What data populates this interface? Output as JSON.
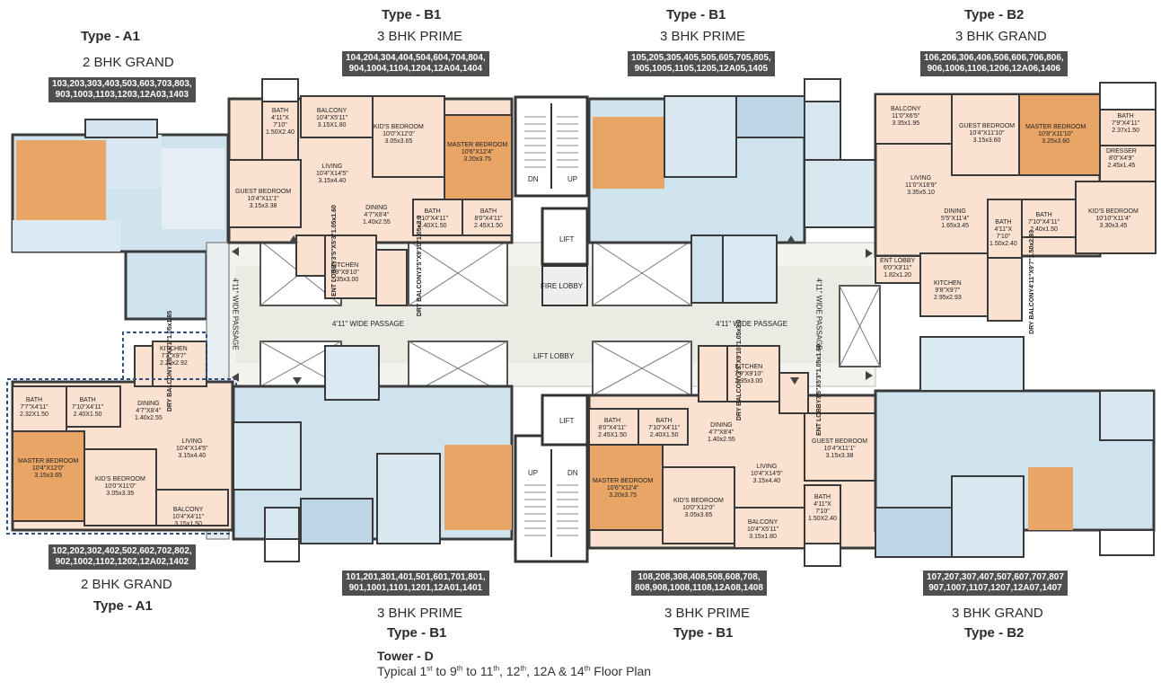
{
  "units": {
    "a1_top": {
      "type": "Type - A1",
      "name": "2 BHK GRAND",
      "flats": [
        "103,203,303,403,503,603,703,803,",
        "903,1003,1103,1203,12A03,1403"
      ]
    },
    "b1_top_left": {
      "type": "Type - B1",
      "name": "3 BHK PRIME",
      "flats": [
        "104,204,304,404,504,604,704,804,",
        "904,1004,1104,1204,12A04,1404"
      ]
    },
    "b1_top_right": {
      "type": "Type - B1",
      "name": "3 BHK PRIME",
      "flats": [
        "105,205,305,405,505,605,705,805,",
        "905,1005,1105,1205,12A05,1405"
      ]
    },
    "b2_top": {
      "type": "Type - B2",
      "name": "3 BHK GRAND",
      "flats": [
        "106,206,306,406,506,606,706,806,",
        "906,1006,1106,1206,12A06,1406"
      ]
    },
    "a1_bottom": {
      "type": "Type - A1",
      "name": "2 BHK GRAND",
      "flats": [
        "102,202,302,402,502,602,702,802,",
        "902,1002,1102,1202,12A02,1402"
      ]
    },
    "b1_bottom_left": {
      "type": "Type - B1",
      "name": "3 BHK PRIME",
      "flats": [
        "101,201,301,401,501,601,701,801,",
        "901,1001,1101,1201,12A01,1401"
      ]
    },
    "b1_bottom_right": {
      "type": "Type - B1",
      "name": "3 BHK PRIME",
      "flats": [
        "108,208,308,408,508,608,708,",
        "808,908,1008,1108,12A08,1408"
      ]
    },
    "b2_bottom": {
      "type": "Type - B2",
      "name": "3 BHK GRAND",
      "flats": [
        "107,207,307,407,507,607,707,807",
        "907,1007,1107,1207,12A07,1407"
      ]
    }
  },
  "rooms": {
    "b1tl_bath": [
      "BATH",
      "4'11\"X",
      "7'10\"",
      "1.50X2.40"
    ],
    "b1tl_balcony": [
      "BALCONY",
      "10'4\"X5'11\"",
      "3.15X1.80"
    ],
    "b1tl_kids": [
      "KID'S BEDROOM",
      "10'0\"X12'0\"",
      "3.05x3.65"
    ],
    "b1tl_master": [
      "MASTER BEDROOM",
      "10'6\"X12'4\"",
      "3.20x3.75"
    ],
    "b1tl_guest": [
      "GUEST BEDROOM",
      "10'4\"X11'1\"",
      "3.15x3.38"
    ],
    "b1tl_living": [
      "LIVING",
      "10'4\"X14'5\"",
      "3.15x4.40"
    ],
    "b1tl_dining": [
      "DINING",
      "4'7\"X8'4\"",
      "1.40x2.55"
    ],
    "b1tl_bath2": [
      "BATH",
      "7'10\"X4'11\"",
      "2.40X1.50"
    ],
    "b1tl_bath3": [
      "BATH",
      "8'0\"X4'11\"",
      "2.45X1.50"
    ],
    "b1tl_kitchen": [
      "KITCHEN",
      "7'9\"X9'10\"",
      "2.35x3.00"
    ],
    "b1tl_entlobby": [
      "ENT LOBBY",
      "3'5\"X5'3\"",
      "1.05x1.60"
    ],
    "b1tl_drybalcony": [
      "DRY BALCONY",
      "3'5\"X9'10\"",
      "1.05x3.0"
    ],
    "b2t_balcony": [
      "BALCONY",
      "11'0\"X6'5\"",
      "3.35x1.95"
    ],
    "b2t_guest": [
      "GUEST BEDROOM",
      "10'4\"X11'10\"",
      "3.15x3.60"
    ],
    "b2t_master": [
      "MASTER BEDROOM",
      "10'8\"X11'10\"",
      "3.25x3.60"
    ],
    "b2t_bath": [
      "BATH",
      "7'9\"X4'11\"",
      "2.37x1.50"
    ],
    "b2t_dresser": [
      "DRESSER",
      "8'0\"X4'9\"",
      "2.45x1.45"
    ],
    "b2t_living": [
      "LIVING",
      "11'0\"X16'9\"",
      "3.35x5.10"
    ],
    "b2t_dining": [
      "DINING",
      "5'5\"X11'4\"",
      "1.65x3.45"
    ],
    "b2t_bath2": [
      "BATH",
      "4'11\"X",
      "7'10\"",
      "1.50x2.40"
    ],
    "b2t_bath3": [
      "BATH",
      "7'10\"X4'11\"",
      "2.40x1.50"
    ],
    "b2t_kids": [
      "KID'S BEDROOM",
      "10'10\"X11'4\"",
      "3.30x3.45"
    ],
    "b2t_entlobby": [
      "ENT LOBBY",
      "6'0\"X3'11\"",
      "1.82x1.20"
    ],
    "b2t_kitchen": [
      "KITCHEN",
      "9'8\"X9'7\"",
      "2.95x2.93"
    ],
    "b2t_drybalcony": [
      "DRY BALCONY",
      "4'11\"X9'7\"",
      "1.50x2.93"
    ],
    "a1b_kitchen": [
      "KITCHEN",
      "7'3\"X9'7\"",
      "2.20x2.92"
    ],
    "a1b_drybalcony": [
      "DRY BALCONY",
      "3'5\"X6'1\"",
      "1.05x1.85"
    ],
    "a1b_bath": [
      "BATH",
      "7'7\"X4'11\"",
      "2.32X1.50"
    ],
    "a1b_bath2": [
      "BATH",
      "7'10\"X4'11\"",
      "2.40X1.50"
    ],
    "a1b_dining": [
      "DINING",
      "4'7\"X8'4\"",
      "1.40x2.55"
    ],
    "a1b_living": [
      "LIVING",
      "10'4\"X14'5\"",
      "3.15x4.40"
    ],
    "a1b_master": [
      "MASTER BEDROOM",
      "10'4\"X12'0\"",
      "3.15x3.65"
    ],
    "a1b_kids": [
      "KID'S BEDROOM",
      "10'0\"X11'0\"",
      "3.05x3.35"
    ],
    "a1b_balcony": [
      "BALCONY",
      "10'4\"X4'11\"",
      "3.15x1.50"
    ],
    "b1br_drybalcony": [
      "DRY BALCONY",
      "3'5\"X9'10\"",
      "1.05x3.0"
    ],
    "b1br_kitchen": [
      "KITCHEN",
      "7'9\"X9'10\"",
      "2.35x3.00"
    ],
    "b1br_entlobby": [
      "ENT LOBBY",
      "3'5\"X5'3\"",
      "1.05x1.60"
    ],
    "b1br_bath": [
      "BATH",
      "8'0\"X4'11\"",
      "2.45X1.50"
    ],
    "b1br_bath2": [
      "BATH",
      "7'10\"X4'11\"",
      "2.40X1.50"
    ],
    "b1br_dining": [
      "DINING",
      "4'7\"X8'4\"",
      "1.40x2.55"
    ],
    "b1br_guest": [
      "GUEST BEDROOM",
      "10'4\"X11'1\"",
      "3.15x3.38"
    ],
    "b1br_master": [
      "MASTER BEDROOM",
      "10'6\"X12'4\"",
      "3.20x3.75"
    ],
    "b1br_living": [
      "LIVING",
      "10'4\"X14'5\"",
      "3.15x4.40"
    ],
    "b1br_kids": [
      "KID'S BEDROOM",
      "10'0\"X12'0\"",
      "3.05x3.65"
    ],
    "b1br_balcony": [
      "BALCONY",
      "10'4\"X5'11\"",
      "3.15x1.80"
    ],
    "b1br_bath3": [
      "BATH",
      "4'11\"X",
      "7'10\"",
      "1.50X2.40"
    ]
  },
  "core": {
    "lift1": "LIFT",
    "lift2": "LIFT",
    "fire_lobby": "FIRE LOBBY",
    "lift_lobby": "LIFT LOBBY",
    "passage_left": "4'11\" WIDE PASSAGE",
    "passage_right": "4'11\" WIDE PASSAGE",
    "passage_vleft": "4'11\" WIDE PASSAGE",
    "passage_vright": "4'11\" WIDE PASSAGE",
    "dn_top": "DN",
    "up_top": "UP",
    "up_bottom": "UP",
    "dn_bottom": "DN"
  },
  "footer": {
    "tower": "Tower - D",
    "plan_prefix": "Typical 1",
    "sup1": "st",
    "mid1": " to 9",
    "sup2": "th",
    "mid2": " to 11",
    "sup3": "th",
    "mid3": ", 12",
    "sup4": "th",
    "mid4": ", 12A & 14",
    "sup5": "th",
    "suffix": " Floor Plan"
  },
  "colors": {
    "rendered_room": "#cfe3ee",
    "tinted_room": "#fbe1cf",
    "master_room": "#e9a566",
    "wall": "#3a3a3a",
    "label_box": "#4f4f4f",
    "dash": "#2d4f86"
  }
}
